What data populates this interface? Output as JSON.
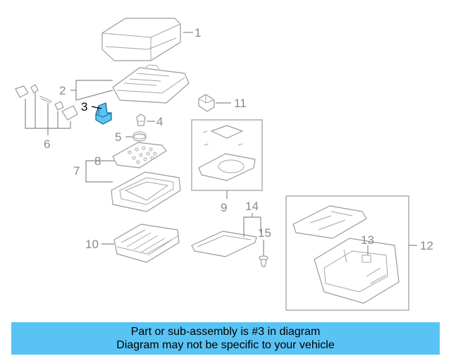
{
  "diagram": {
    "callouts": [
      "1",
      "2",
      "3",
      "4",
      "5",
      "6",
      "7",
      "8",
      "9",
      "10",
      "11",
      "12",
      "13",
      "14",
      "15"
    ],
    "highlighted_part": "3",
    "highlight_color": "#59c3f5"
  },
  "banner": {
    "line1": "Part or sub-assembly is #3 in diagram",
    "line2": "Diagram may not be specific to your vehicle",
    "background": "#59c3f5"
  }
}
